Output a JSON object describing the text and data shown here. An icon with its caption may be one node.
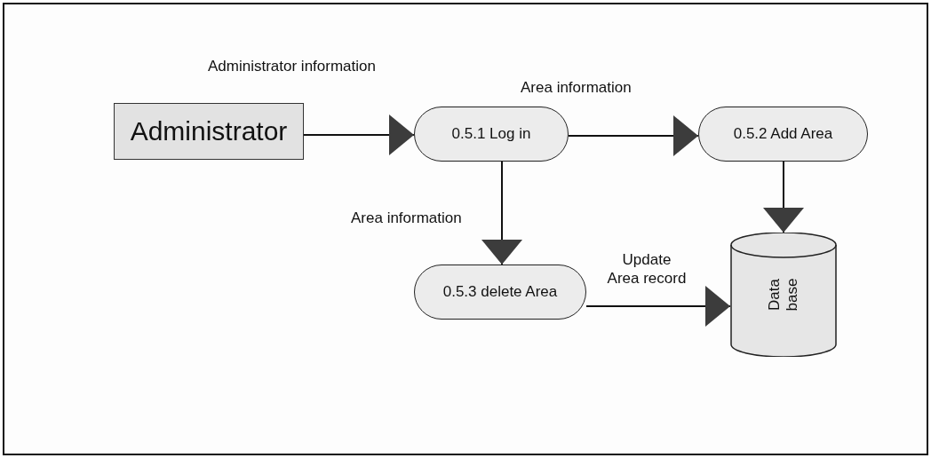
{
  "diagram": {
    "nodes": [
      {
        "text": [
          "Administrator"
        ]
      },
      {
        "text": [
          "0.5.1 Log in"
        ]
      },
      {
        "text": [
          "0.5.2 Add Area"
        ]
      },
      {
        "text": [
          "0.5.3 delete Area"
        ]
      },
      {
        "text": [
          "Data base"
        ]
      }
    ],
    "edges": [
      {
        "from": 0,
        "to": 1,
        "arrow": "to",
        "label": "Administrator information"
      },
      {
        "from": 1,
        "to": 2,
        "arrow": "to",
        "label": "Area information"
      },
      {
        "from": 1,
        "to": 3,
        "arrow": "to",
        "label": "Area information"
      },
      {
        "from": 2,
        "to": 4,
        "arrow": "to"
      },
      {
        "from": 3,
        "to": 4,
        "arrow": "to",
        "label": "Update Area record"
      }
    ]
  }
}
